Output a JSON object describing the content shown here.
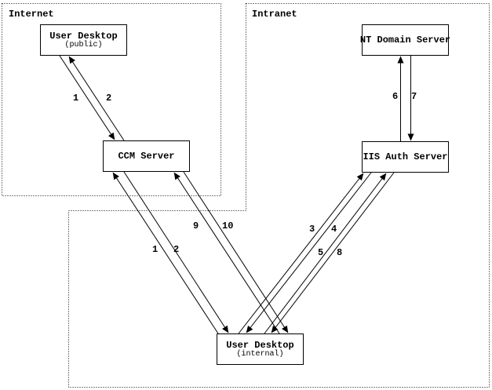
{
  "zones": {
    "internet": {
      "label": "Internet"
    },
    "intranet": {
      "label": "Intranet"
    }
  },
  "nodes": {
    "user_desktop_public": {
      "title": "User Desktop",
      "subtitle": "(public)"
    },
    "ccm_server": {
      "title": "CCM Server"
    },
    "nt_domain_server": {
      "title": "NT Domain Server"
    },
    "iis_auth_server": {
      "title": "IIS Auth Server"
    },
    "user_desktop_internal": {
      "title": "User Desktop",
      "subtitle": "(internal)"
    }
  },
  "connections": [
    {
      "label": "1",
      "from": "user_desktop_public",
      "to": "ccm_server"
    },
    {
      "label": "2",
      "from": "ccm_server",
      "to": "user_desktop_public"
    },
    {
      "label": "1",
      "from": "user_desktop_internal",
      "to": "ccm_server"
    },
    {
      "label": "2",
      "from": "ccm_server",
      "to": "user_desktop_internal"
    },
    {
      "label": "3",
      "from": "user_desktop_internal",
      "to": "iis_auth_server"
    },
    {
      "label": "4",
      "from": "iis_auth_server",
      "to": "user_desktop_internal"
    },
    {
      "label": "5",
      "from": "user_desktop_internal",
      "to": "iis_auth_server"
    },
    {
      "label": "6",
      "from": "iis_auth_server",
      "to": "nt_domain_server"
    },
    {
      "label": "7",
      "from": "nt_domain_server",
      "to": "iis_auth_server"
    },
    {
      "label": "8",
      "from": "iis_auth_server",
      "to": "user_desktop_internal"
    },
    {
      "label": "9",
      "from": "user_desktop_internal",
      "to": "ccm_server"
    },
    {
      "label": "10",
      "from": "ccm_server",
      "to": "user_desktop_internal"
    }
  ],
  "colors": {
    "line": "#000000",
    "background": "#ffffff",
    "text": "#000000"
  }
}
